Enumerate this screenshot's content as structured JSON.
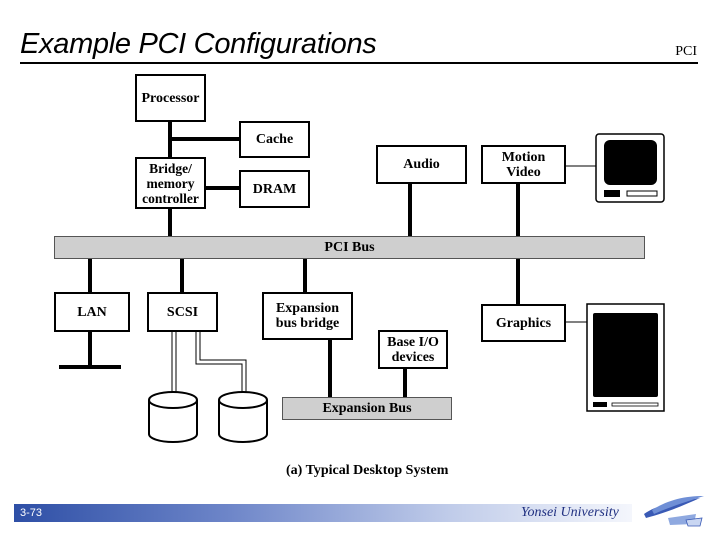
{
  "header": {
    "title": "Example PCI Configurations",
    "corner_tag": "PCI"
  },
  "diagram": {
    "boxes": {
      "processor": "Processor",
      "cache": "Cache",
      "bridge": "Bridge/\nmemory\ncontroller",
      "dram": "DRAM",
      "audio": "Audio",
      "motion_video": "Motion\nVideo",
      "lan": "LAN",
      "scsi": "SCSI",
      "expansion_bridge": "Expansion\nbus bridge",
      "base_io": "Base I/O\ndevices",
      "graphics": "Graphics"
    },
    "buses": {
      "pci_bus": "PCI Bus",
      "expansion_bus": "Expansion Bus"
    },
    "caption": "(a) Typical Desktop System"
  },
  "footer": {
    "page_number": "3-73",
    "organization": "Yonsei University"
  }
}
